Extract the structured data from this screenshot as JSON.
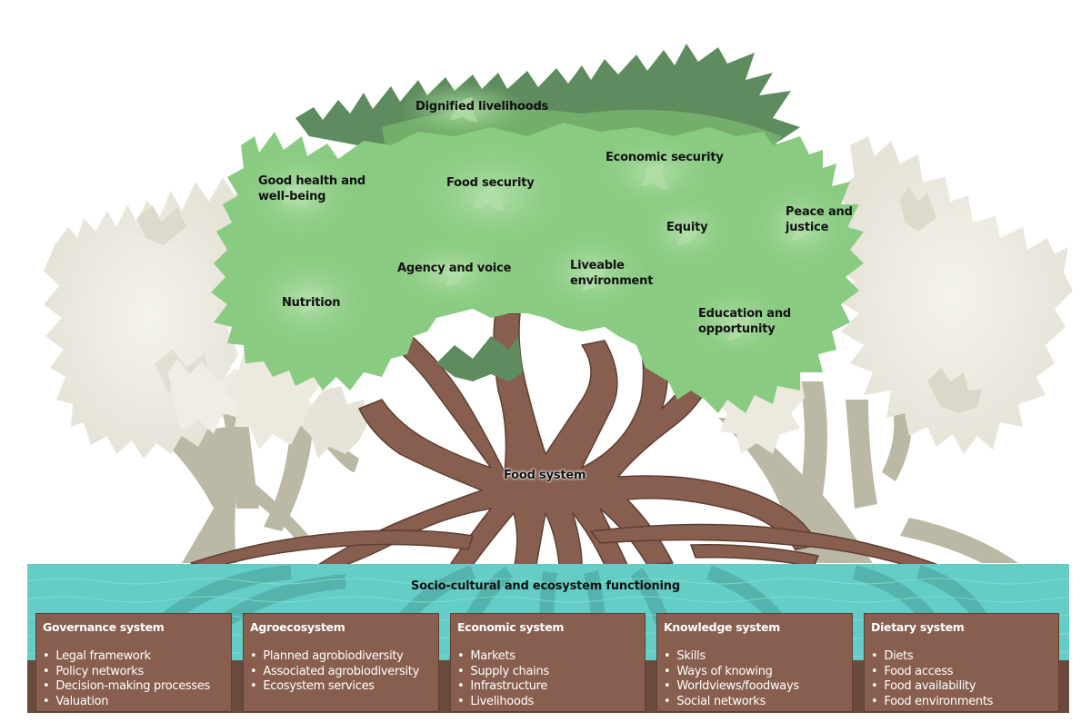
{
  "figure": {
    "trunk_label": "Food system",
    "band_label": "Socio-cultural and ecosystem functioning",
    "canopy_outcomes": [
      {
        "id": "dignified-livelihoods",
        "lines": [
          "Dignified livelihoods"
        ]
      },
      {
        "id": "good-health",
        "lines": [
          "Good health and",
          "well-being"
        ]
      },
      {
        "id": "food-security",
        "lines": [
          "Food security"
        ]
      },
      {
        "id": "economic-security",
        "lines": [
          "Economic security"
        ]
      },
      {
        "id": "equity",
        "lines": [
          "Equity"
        ]
      },
      {
        "id": "peace-justice",
        "lines": [
          "Peace and",
          "justice"
        ]
      },
      {
        "id": "agency-voice",
        "lines": [
          "Agency and voice"
        ]
      },
      {
        "id": "liveable-environment",
        "lines": [
          "Liveable",
          "environment"
        ]
      },
      {
        "id": "nutrition",
        "lines": [
          "Nutrition"
        ]
      },
      {
        "id": "education-opportunity",
        "lines": [
          "Education and",
          "opportunity"
        ]
      }
    ],
    "systems": [
      {
        "title": "Governance system",
        "items": [
          "Legal framework",
          "Policy networks",
          "Decision-making processes",
          "Valuation"
        ]
      },
      {
        "title": "Agroecosystem",
        "items": [
          "Planned agrobiodiversity",
          "Associated agrobiodiversity",
          "Ecosystem services"
        ]
      },
      {
        "title": "Economic system",
        "items": [
          "Markets",
          "Supply chains",
          "Infrastructure",
          "Livelihoods"
        ]
      },
      {
        "title": "Knowledge system",
        "items": [
          "Skills",
          "Ways of knowing",
          "Worldviews/foodways",
          "Social networks"
        ]
      },
      {
        "title": "Dietary system",
        "items": [
          "Diets",
          "Food access",
          "Food availability",
          "Food environments"
        ]
      }
    ]
  },
  "colors": {
    "canopy_light": "#8acb82",
    "canopy_pale": "#a9d8a0",
    "canopy_dark": "#5e8c5e",
    "canopy_mid": "#74ad6c",
    "ghost_canopy": "#ebe9e0",
    "ghost_canopy_shade": "#d9d6c7",
    "ghost_trunk": "#bbb8a6",
    "trunk": "#885f4f",
    "trunk_outline": "#5e3f33",
    "water": "#63cdc6",
    "water_dark": "#4fa9a3",
    "soil": "#6a4a3d",
    "box_fill": "#885f4f"
  }
}
